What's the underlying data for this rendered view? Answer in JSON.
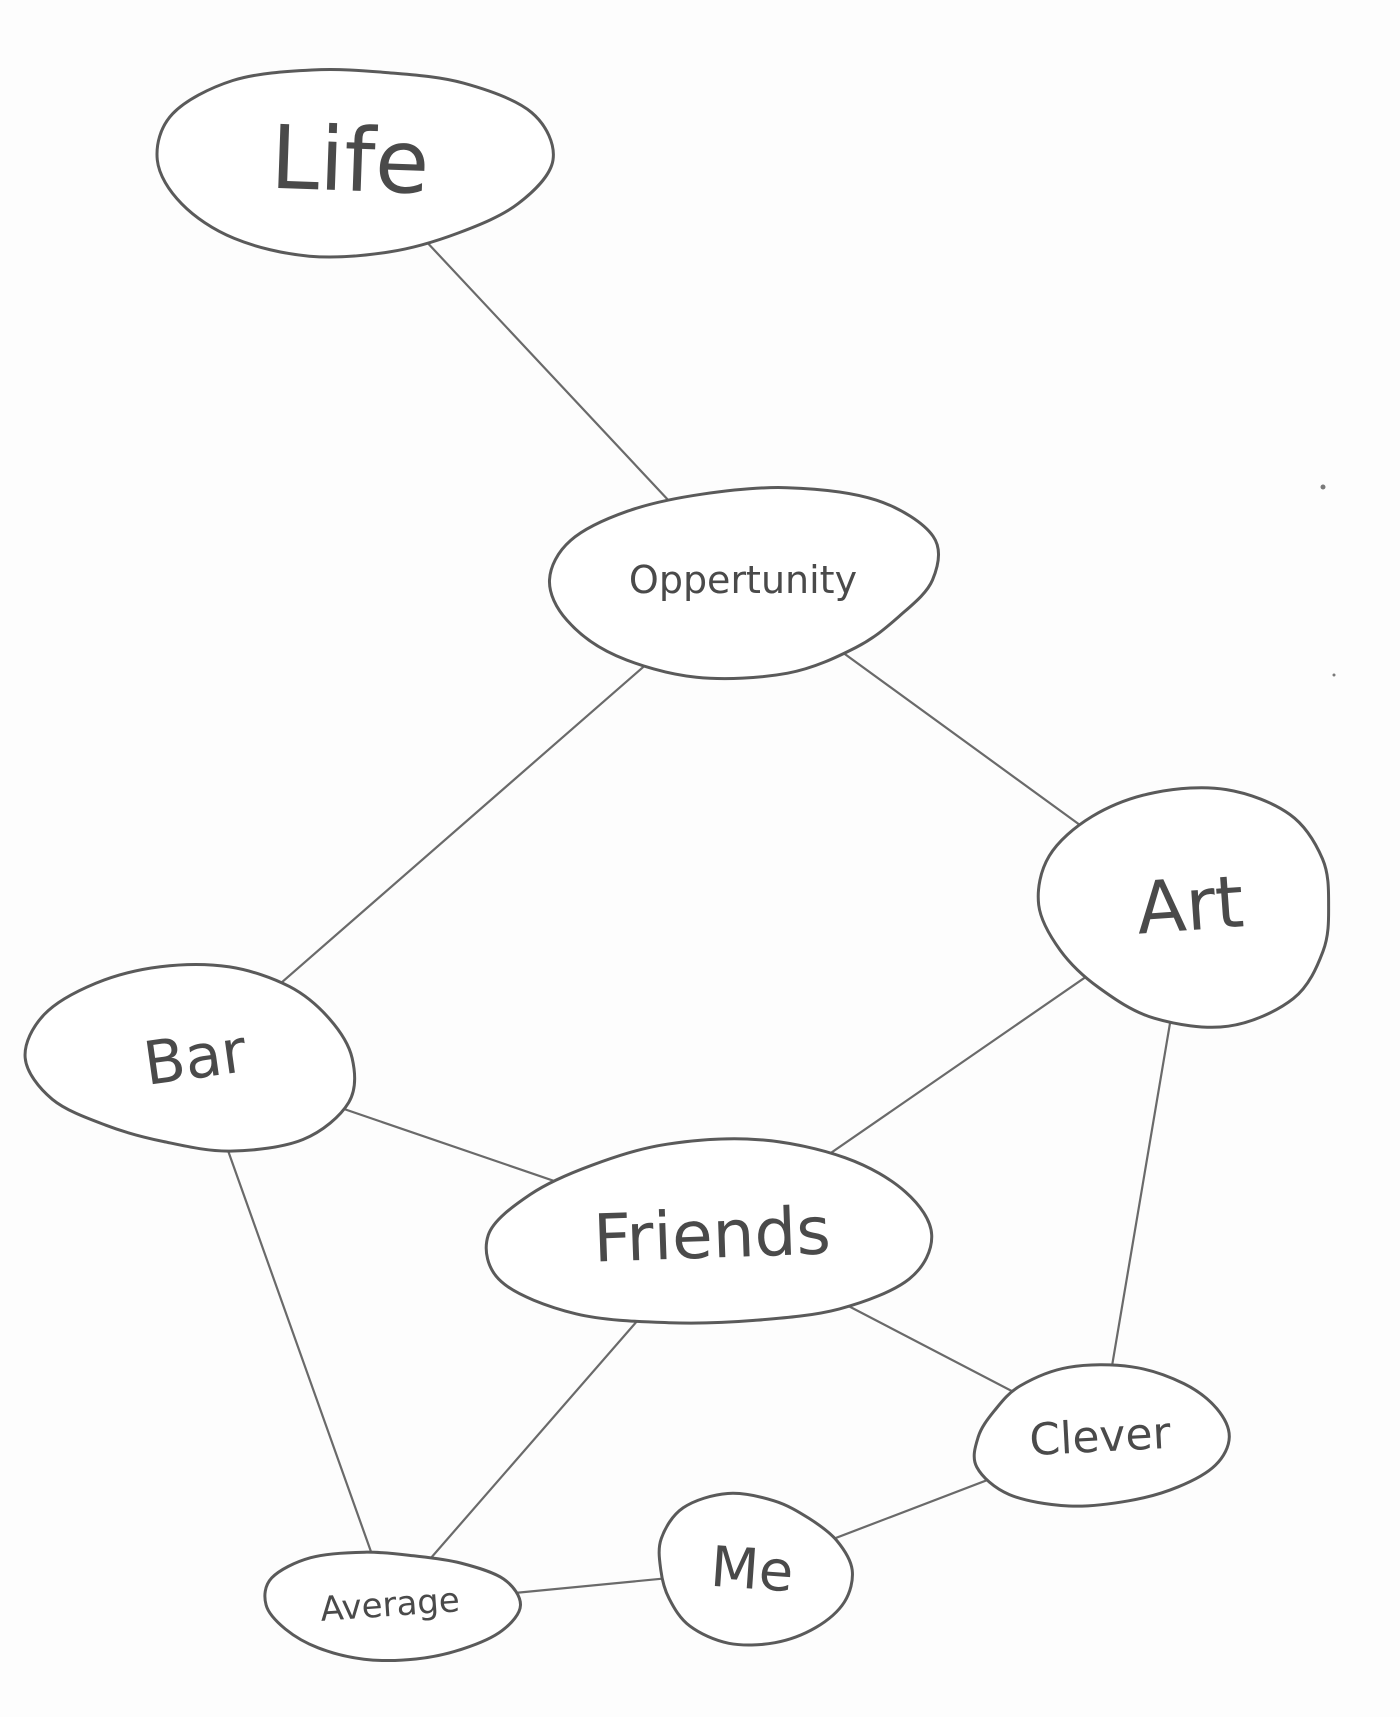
{
  "diagram": {
    "nodes": [
      {
        "id": "life",
        "label": "Life"
      },
      {
        "id": "opportunity",
        "label": "Oppertunity"
      },
      {
        "id": "art",
        "label": "Art"
      },
      {
        "id": "bar",
        "label": "Bar"
      },
      {
        "id": "friends",
        "label": "Friends"
      },
      {
        "id": "clever",
        "label": "Clever"
      },
      {
        "id": "me",
        "label": "Me"
      },
      {
        "id": "average",
        "label": "Average"
      }
    ],
    "edges": [
      {
        "from": "life",
        "to": "opportunity"
      },
      {
        "from": "opportunity",
        "to": "bar"
      },
      {
        "from": "opportunity",
        "to": "art"
      },
      {
        "from": "bar",
        "to": "friends"
      },
      {
        "from": "art",
        "to": "friends"
      },
      {
        "from": "art",
        "to": "clever"
      },
      {
        "from": "bar",
        "to": "average"
      },
      {
        "from": "friends",
        "to": "average"
      },
      {
        "from": "friends",
        "to": "clever"
      },
      {
        "from": "average",
        "to": "me"
      },
      {
        "from": "me",
        "to": "clever"
      }
    ]
  }
}
